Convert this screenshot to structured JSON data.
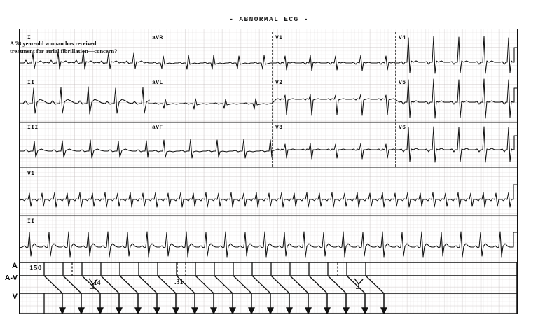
{
  "page": {
    "title": "- ABNORMAL ECG -",
    "background_color": "#ffffff",
    "trace_color": "#111111",
    "grid_color": "#9c8787"
  },
  "annotation": {
    "text": "A 78 year-old woman has received\ntreatment for atrial fibrillation—concern?"
  },
  "ecg": {
    "layout": "3x4 plus 2 rhythm strips",
    "paper_speed": "25 mm/s",
    "calibration": "10 mm/mV",
    "rows": [
      {
        "name": "row-1",
        "leads": [
          {
            "label": "I",
            "column": 1
          },
          {
            "label": "aVR",
            "column": 2
          },
          {
            "label": "V1",
            "column": 3
          },
          {
            "label": "V4",
            "column": 4
          }
        ]
      },
      {
        "name": "row-2",
        "leads": [
          {
            "label": "II",
            "column": 1
          },
          {
            "label": "aVL",
            "column": 2
          },
          {
            "label": "V2",
            "column": 3
          },
          {
            "label": "V5",
            "column": 4
          }
        ]
      },
      {
        "name": "row-3",
        "leads": [
          {
            "label": "III",
            "column": 1
          },
          {
            "label": "aVF",
            "column": 2
          },
          {
            "label": "V3",
            "column": 3
          },
          {
            "label": "V6",
            "column": 4
          }
        ]
      }
    ],
    "rhythm_strips": [
      {
        "label": "V1"
      },
      {
        "label": "II"
      }
    ]
  },
  "ladder": {
    "rows": [
      {
        "key": "atrial",
        "label": "A"
      },
      {
        "key": "atrioventricular",
        "label": "A-V"
      },
      {
        "key": "ventricular",
        "label": "V"
      }
    ],
    "annotations": [
      {
        "name": "atrial-rate",
        "value": "150"
      },
      {
        "name": "av-interval-first",
        "value": ".14"
      },
      {
        "name": "av-interval-later",
        "value": ".31"
      }
    ]
  }
}
